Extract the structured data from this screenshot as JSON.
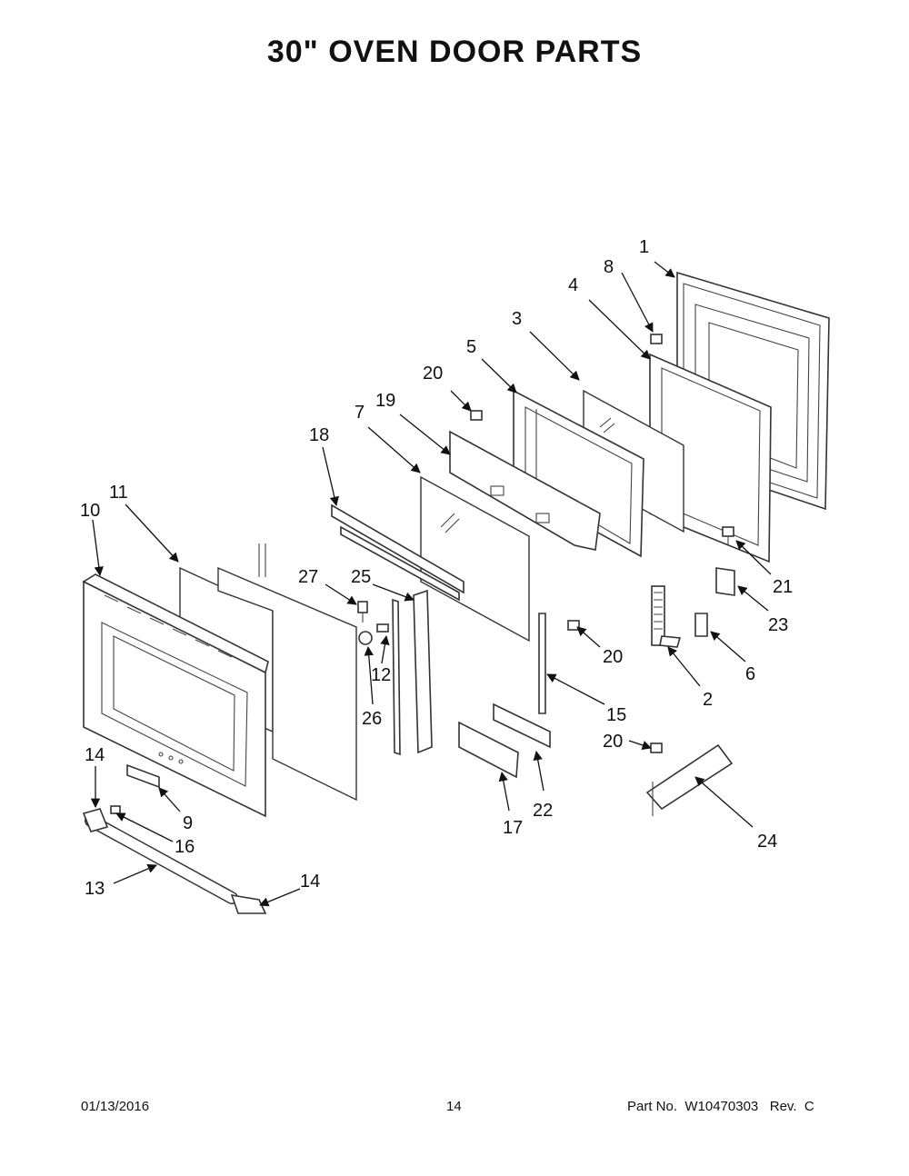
{
  "header": {
    "title": "30\" OVEN DOOR PARTS"
  },
  "callouts": {
    "c1": "1",
    "c8": "8",
    "c4": "4",
    "c3": "3",
    "c5": "5",
    "c20a": "20",
    "c19": "19",
    "c7": "7",
    "c18": "18",
    "c11": "11",
    "c10": "10",
    "c27": "27",
    "c25": "25",
    "c21": "21",
    "c23": "23",
    "c20b": "20",
    "c6": "6",
    "c12": "12",
    "c2": "2",
    "c26": "26",
    "c15": "15",
    "c14a": "14",
    "c20c": "20",
    "c9": "9",
    "c16": "16",
    "c22": "22",
    "c17": "17",
    "c24": "24",
    "c13": "13",
    "c14b": "14"
  },
  "footer": {
    "date": "01/13/2016",
    "page": "14",
    "part_no": "Part No.  W10470303   Rev.  C"
  }
}
